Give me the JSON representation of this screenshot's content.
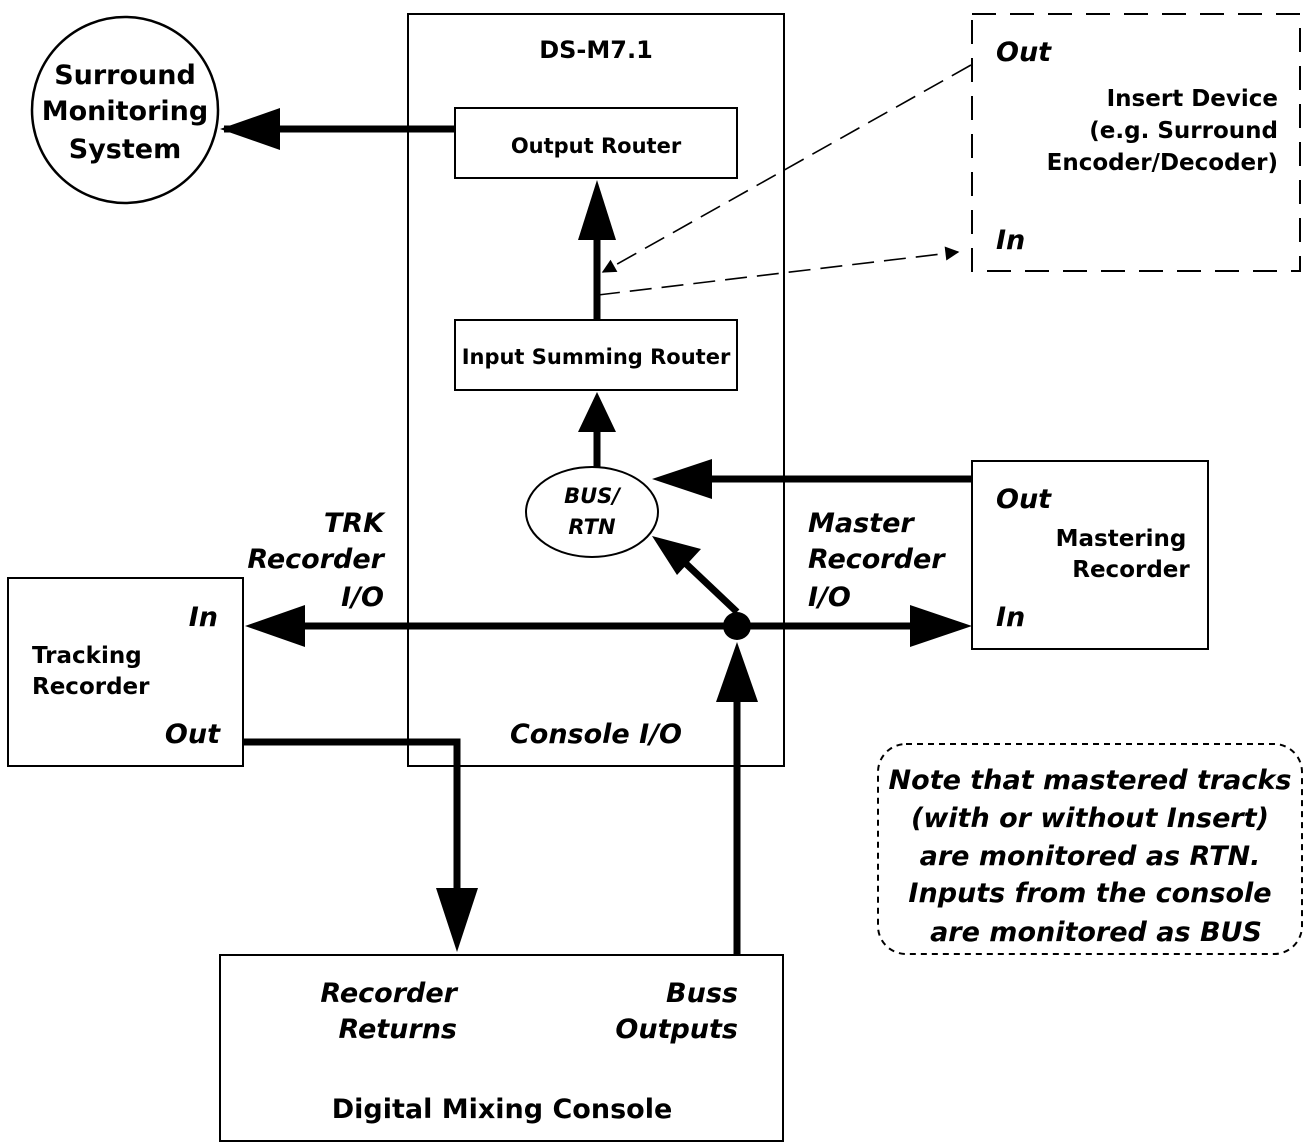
{
  "surround": {
    "line1": "Surround",
    "line2": "Monitoring",
    "line3": "System"
  },
  "ds_m71": {
    "title": "DS-M7.1",
    "output_router": "Output Router",
    "input_summing_router": "Input Summing Router",
    "bus_rtn_line1": "BUS/",
    "bus_rtn_line2": "RTN",
    "console_io": "Console I/O"
  },
  "insert_device": {
    "out": "Out",
    "in": "In",
    "line1": "Insert Device",
    "line2": "(e.g. Surround",
    "line3": "Encoder/Decoder)"
  },
  "mastering_recorder": {
    "out": "Out",
    "in": "In",
    "line1": "Mastering",
    "line2": "Recorder"
  },
  "tracking_recorder": {
    "in": "In",
    "out": "Out",
    "line1": "Tracking",
    "line2": "Recorder"
  },
  "trk_io": {
    "line1": "TRK",
    "line2": "Recorder",
    "line3": "I/O"
  },
  "master_io": {
    "line1": "Master",
    "line2": "Recorder",
    "line3": "I/O"
  },
  "console": {
    "recorder_returns_line1": "Recorder",
    "recorder_returns_line2": "Returns",
    "buss_outputs_line1": "Buss",
    "buss_outputs_line2": "Outputs",
    "title": "Digital Mixing Console"
  },
  "note": {
    "line1": "Note that mastered tracks",
    "line2": "(with or without Insert)",
    "line3": "are monitored as RTN.",
    "line4": "Inputs from the console",
    "line5": "are monitored as BUS"
  }
}
